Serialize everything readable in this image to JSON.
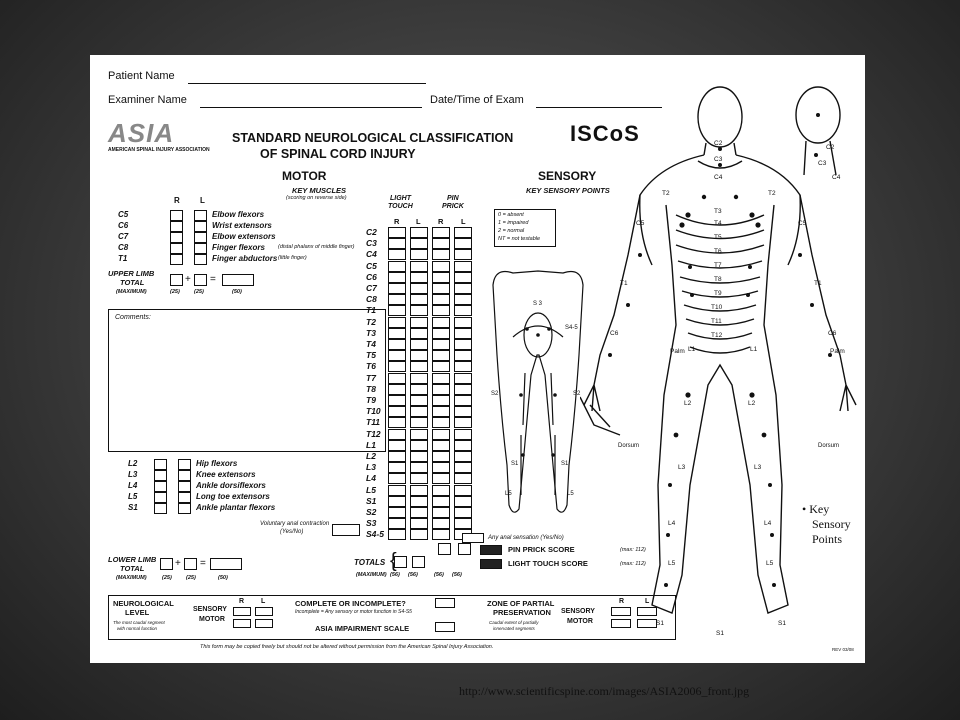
{
  "header": {
    "patient_name_label": "Patient Name",
    "examiner_name_label": "Examiner Name",
    "date_time_label": "Date/Time of Exam"
  },
  "logos": {
    "asia": "ASIA",
    "asia_sub": "AMERICAN SPINAL INJURY ASSOCIATION",
    "iscos": "ISCoS"
  },
  "title": {
    "line1": "STANDARD NEUROLOGICAL CLASSIFICATION",
    "line2": "OF SPINAL CORD INJURY"
  },
  "motor": {
    "heading": "MOTOR",
    "subheading": "KEY MUSCLES",
    "scoring_note": "(scoring on reverse side)",
    "col_r": "R",
    "col_l": "L",
    "upper": [
      {
        "level": "C5",
        "name": "Elbow flexors",
        "note": ""
      },
      {
        "level": "C6",
        "name": "Wrist extensors",
        "note": ""
      },
      {
        "level": "C7",
        "name": "Elbow extensors",
        "note": ""
      },
      {
        "level": "C8",
        "name": "Finger flexors",
        "note": "(distal phalanx of middle finger)"
      },
      {
        "level": "T1",
        "name": "Finger abductors",
        "note": "(little finger)"
      }
    ],
    "upper_total_label": "UPPER LIMB",
    "upper_total_label2": "TOTAL",
    "maximum_label": "(MAXIMUM)",
    "upper_max": [
      "(25)",
      "(25)",
      "(50)"
    ],
    "lower": [
      {
        "level": "L2",
        "name": "Hip flexors"
      },
      {
        "level": "L3",
        "name": "Knee extensors"
      },
      {
        "level": "L4",
        "name": "Ankle dorsiflexors"
      },
      {
        "level": "L5",
        "name": "Long toe extensors"
      },
      {
        "level": "S1",
        "name": "Ankle plantar flexors"
      }
    ],
    "anal_label": "Voluntary anal contraction",
    "anal_label2": "(Yes/No)",
    "lower_total_label": "LOWER LIMB",
    "lower_total_label2": "TOTAL",
    "lower_max": [
      "(25)",
      "(25)",
      "(50)"
    ]
  },
  "comments_label": "Comments:",
  "sensory": {
    "heading": "SENSORY",
    "subheading": "KEY SENSORY POINTS",
    "light_touch": [
      "LIGHT",
      "TOUCH"
    ],
    "pin_prick": [
      "PIN",
      "PRICK"
    ],
    "col_r": "R",
    "col_l": "L",
    "levels": [
      "C2",
      "C3",
      "C4",
      "C5",
      "C6",
      "C7",
      "C8",
      "T1",
      "T2",
      "T3",
      "T4",
      "T5",
      "T6",
      "T7",
      "T8",
      "T9",
      "T10",
      "T11",
      "T12",
      "L1",
      "L2",
      "L3",
      "L4",
      "L5",
      "S1",
      "S2",
      "S3",
      "S4-5"
    ],
    "legend": [
      "0 = absent",
      "1 = impaired",
      "2 = normal",
      "NT = not testable"
    ],
    "any_anal": "Any anal sensation (Yes/No)",
    "totals_label": "TOTALS",
    "totals_max": [
      "(MAXIMUM)",
      "(56)",
      "(56)",
      "(56)",
      "(56)"
    ],
    "pin_prick_score": "PIN PRICK SCORE",
    "light_touch_score": "LIGHT TOUCH SCORE",
    "max112a": "(max: 112)",
    "max112b": "(max: 112)"
  },
  "bottom": {
    "neuro_level": [
      "NEUROLOGICAL",
      "LEVEL"
    ],
    "neuro_note": [
      "The most caudal segment",
      "with normal function"
    ],
    "sensory": "SENSORY",
    "motor": "MOTOR",
    "r": "R",
    "l": "L",
    "complete_q": "COMPLETE OR INCOMPLETE?",
    "incomplete_note": "Incomplete = Any sensory or motor function in S4-S5",
    "impairment_scale": "ASIA IMPAIRMENT SCALE",
    "zpp": [
      "ZONE OF PARTIAL",
      "PRESERVATION"
    ],
    "zpp_note": [
      "Caudal extent of partially",
      "innervated segments"
    ],
    "sensory2": "SENSORY",
    "motor2": "MOTOR",
    "r2": "R",
    "l2": "L",
    "copy_note": "This form may be copied freely but should not be altered without permission from the American Spinal Injury Association.",
    "rev": "REV 03/08"
  },
  "body_labels": {
    "palm": "Palm",
    "dorsum": "Dorsum",
    "key": [
      "• Key",
      "Sensory",
      "Points"
    ]
  },
  "url": "http://www.scientificspine.com/images/ASIA2006_front.jpg"
}
